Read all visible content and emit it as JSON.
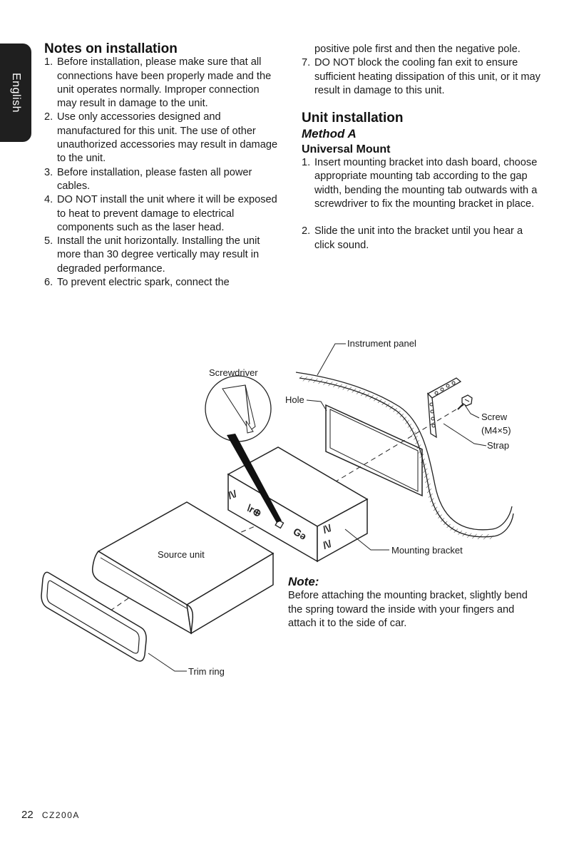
{
  "side_tab": {
    "label": "English"
  },
  "notes": {
    "title": "Notes on installation",
    "items": [
      {
        "num": "1.",
        "text": "Before installation, please make sure that all connections have been properly made and the unit operates normally. Improper connection may result in damage to the unit."
      },
      {
        "num": "2.",
        "text": "Use only accessories designed and manufactured for this unit. The use of other unauthorized accessories may result in damage to the unit."
      },
      {
        "num": "3.",
        "text": "Before installation, please fasten all power cables."
      },
      {
        "num": "4.",
        "text": "DO NOT install the unit where it will be exposed to heat to prevent damage to electrical components such as the laser head."
      },
      {
        "num": "5.",
        "text": "Install the unit horizontally. Installing the unit more than 30 degree vertically may result in degraded performance."
      },
      {
        "num": "6.",
        "text": "To prevent electric spark, connect the"
      }
    ],
    "item6_continued": "positive pole first and then the negative pole.",
    "item7": {
      "num": "7.",
      "text": "DO NOT block the cooling fan exit to ensure sufficient heating dissipation of this unit, or it may result in damage to this unit."
    }
  },
  "unit_installation": {
    "title": "Unit installation",
    "method": "Method A",
    "subtitle": "Universal Mount",
    "steps": [
      {
        "num": "1.",
        "text": "Insert mounting bracket into dash board, choose appropriate mounting tab according to the gap width, bending the mounting tab outwards with a screwdriver to fix the mounting bracket in place."
      },
      {
        "num": "2.",
        "text": "Slide the unit into the bracket until you hear a click sound."
      }
    ]
  },
  "diagram": {
    "labels": {
      "instrument_panel": "Instrument panel",
      "screwdriver": "Screwdriver",
      "hole": "Hole",
      "screw": "Screw",
      "screw_size": "(M4×5)",
      "strap": "Strap",
      "mounting_bracket": "Mounting bracket",
      "source_unit": "Source unit",
      "trim_ring": "Trim ring"
    }
  },
  "note": {
    "title": "Note:",
    "text": "Before attaching the mounting bracket, slightly bend the spring toward the inside with your fingers and attach it to the side of car."
  },
  "footer": {
    "page_number": "22",
    "model": "CZ200A"
  }
}
